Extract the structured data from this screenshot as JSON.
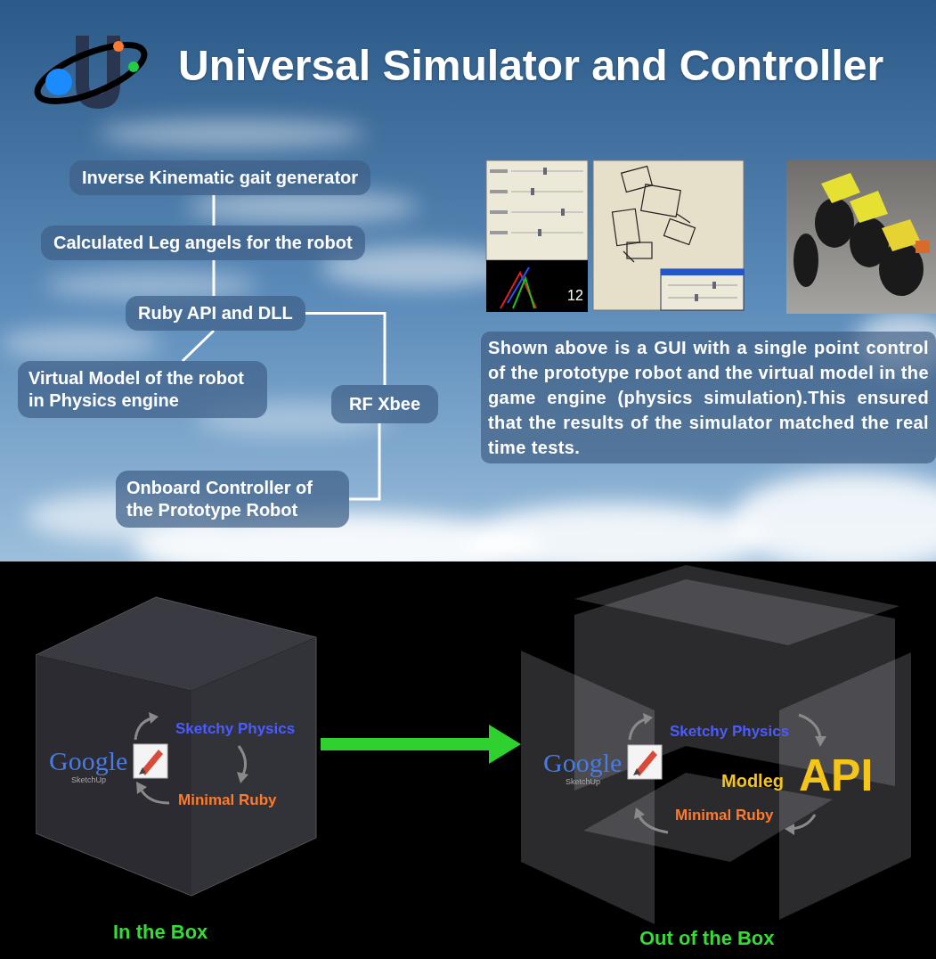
{
  "diagram": {
    "title": "Universal Simulator and Controller",
    "nodes": [
      {
        "text": [
          "Inverse Kinematic gait generator"
        ]
      },
      {
        "text": [
          "Calculated Leg angels for the robot"
        ]
      },
      {
        "text": [
          "Ruby API and DLL"
        ]
      },
      {
        "text": [
          "Virtual Model of the robot in Physics engine"
        ]
      },
      {
        "text": [
          "RF Xbee"
        ]
      },
      {
        "text": [
          "Onboard Controller of the Prototype Robot"
        ]
      },
      {
        "text": [
          "Shown above is a GUI with a single point control of the prototype robot and the virtual model in the game engine (physics simulation).This ensured that the results of the simulator matched the real time tests."
        ]
      },
      {
        "text": [
          "Google",
          "SketchUp",
          "Sketchy Physics",
          "Minimal Ruby",
          "In the Box"
        ]
      },
      {
        "text": [
          "Google",
          "SketchUp",
          "Sketchy Physics",
          "Modleg",
          "API",
          "Minimal Ruby",
          "Out of the Box"
        ]
      }
    ],
    "edges": [
      {
        "from": 0,
        "to": 1,
        "arrow": "none"
      },
      {
        "from": 1,
        "to": 2,
        "arrow": "none"
      },
      {
        "from": 2,
        "to": 3,
        "arrow": "none"
      },
      {
        "from": 2,
        "to": 4,
        "arrow": "none"
      },
      {
        "from": 4,
        "to": 5,
        "arrow": "none"
      },
      {
        "from": 7,
        "to": 8,
        "arrow": "to"
      }
    ],
    "labels": [
      "12"
    ]
  }
}
